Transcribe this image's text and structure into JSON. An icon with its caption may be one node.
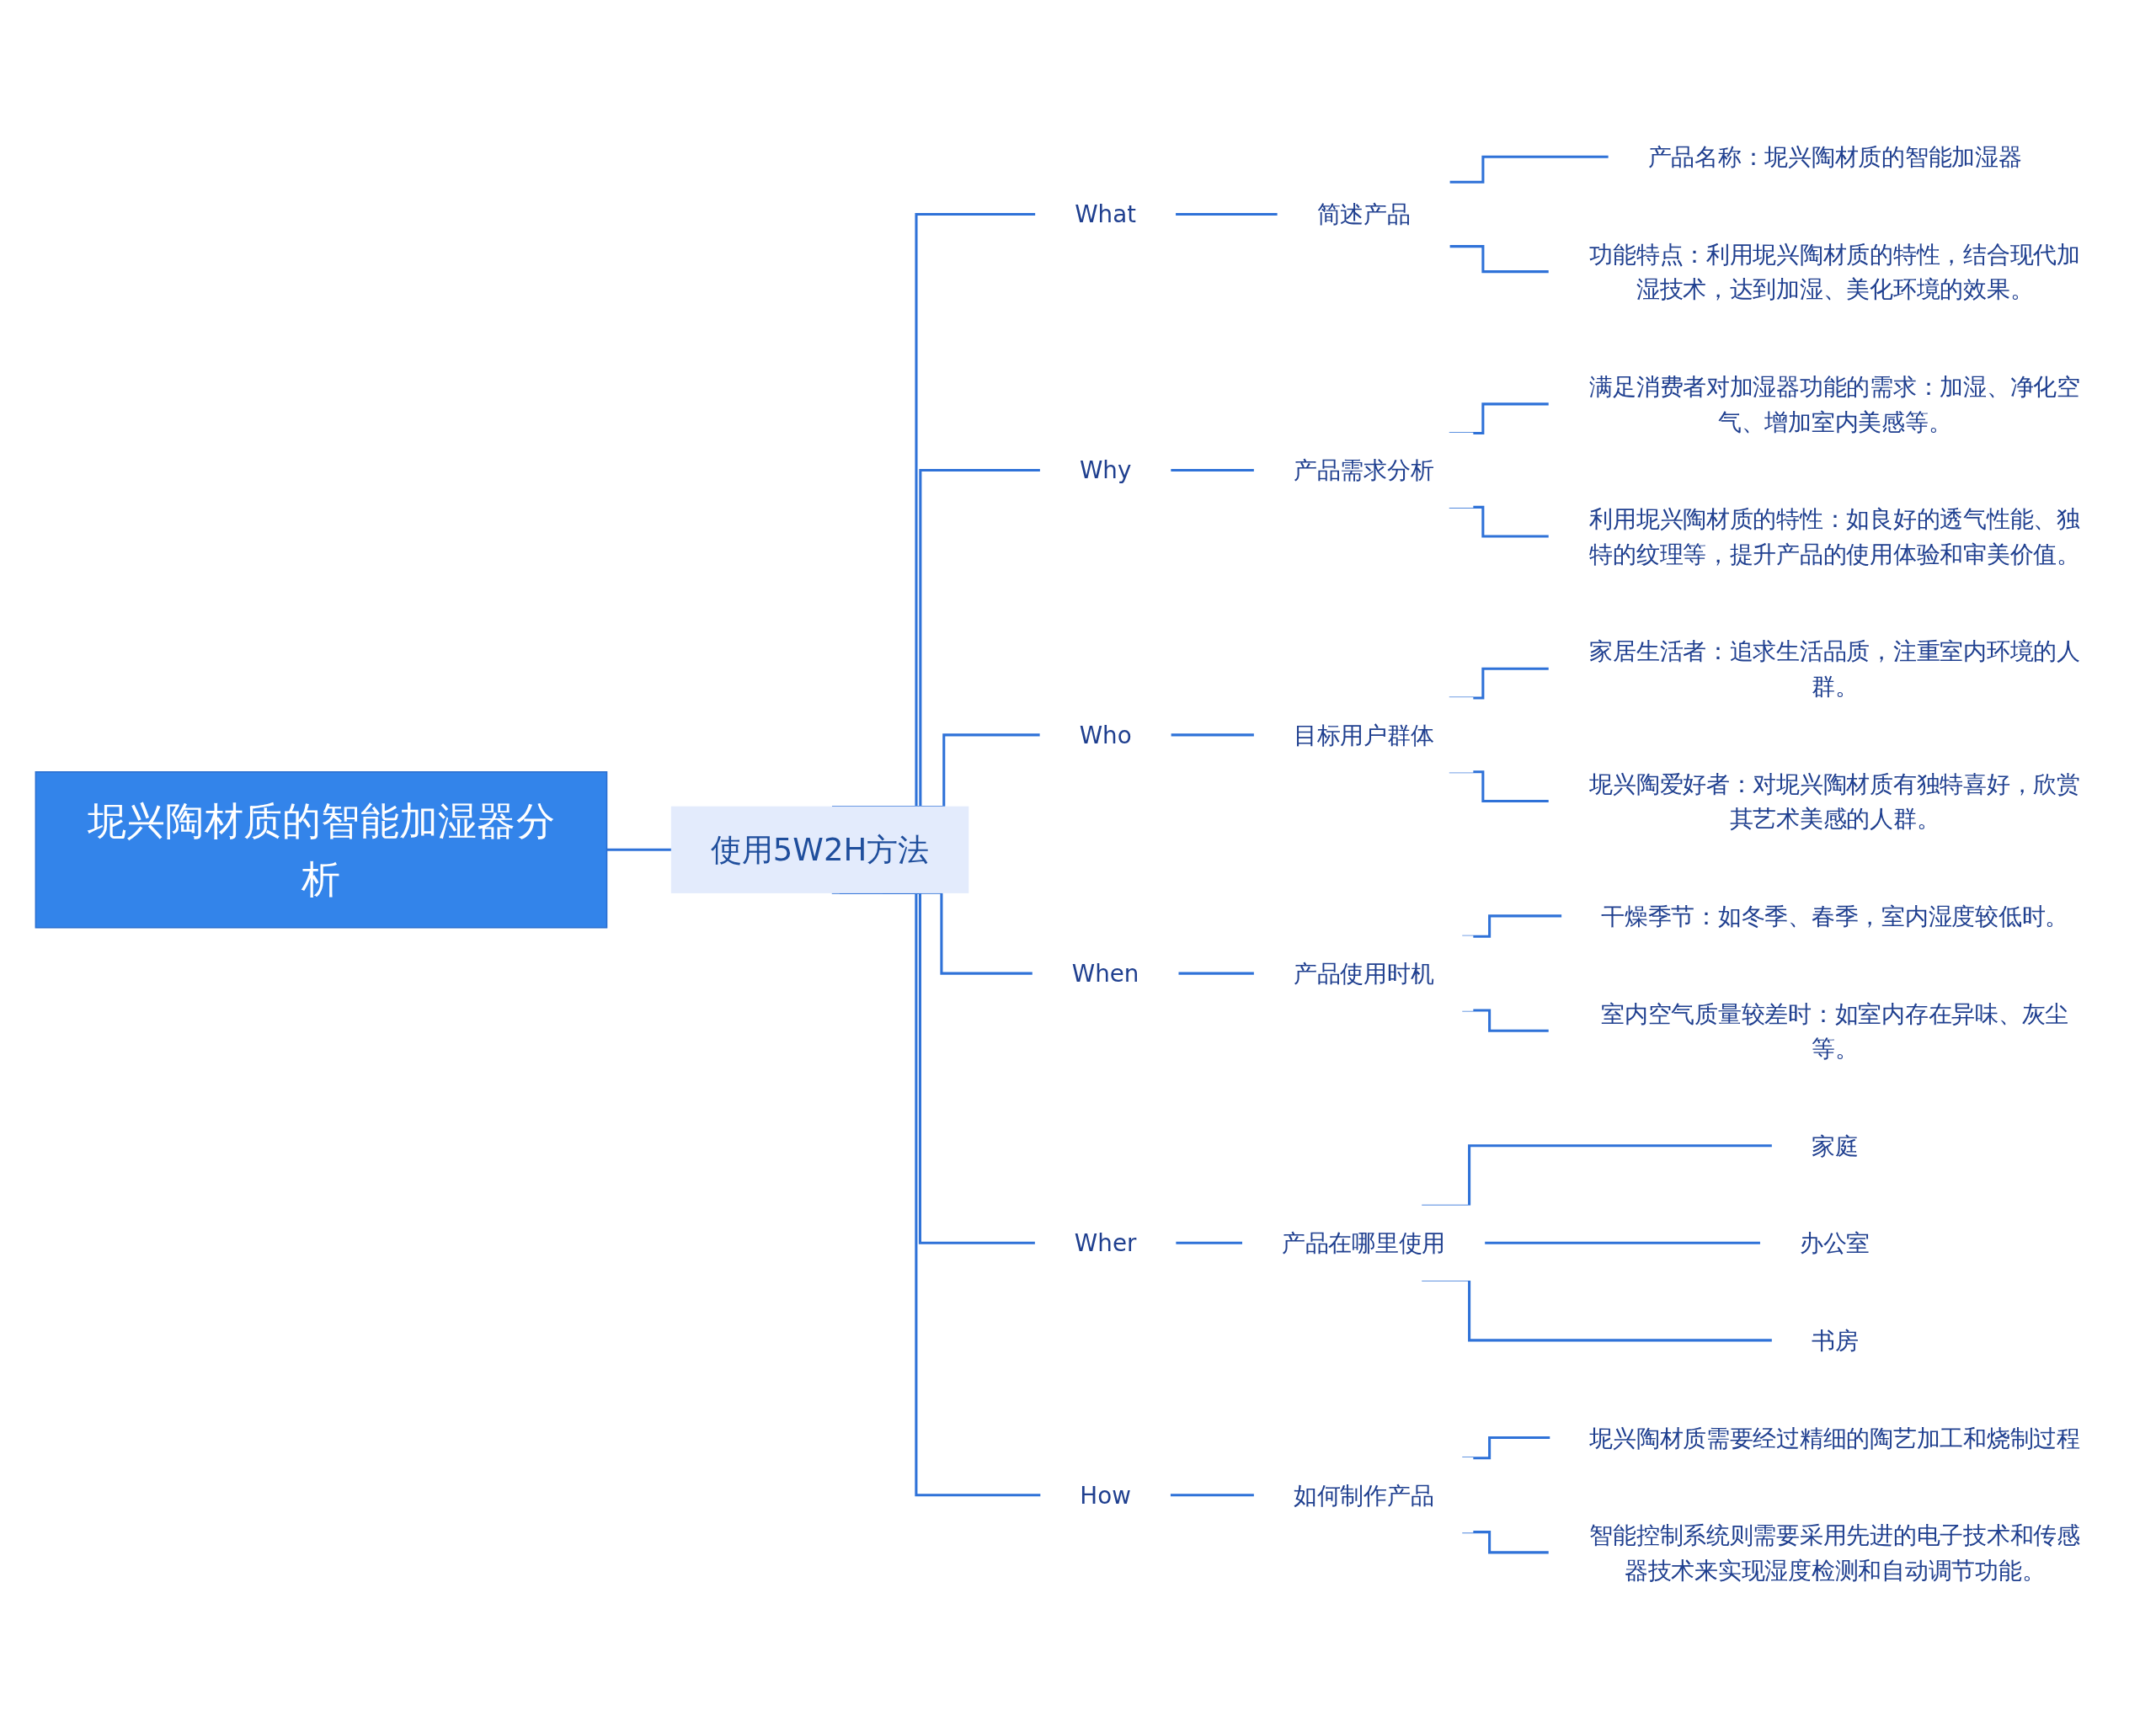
{
  "diagram": {
    "nodes": [
      {
        "text": [
          "坭兴陶材质的智能加湿器分析"
        ]
      },
      {
        "text": [
          "使用5W2H方法"
        ]
      },
      {
        "text": [
          "What"
        ]
      },
      {
        "text": [
          "简述产品"
        ]
      },
      {
        "text": [
          "产品名称：坭兴陶材质的智能加湿器"
        ]
      },
      {
        "text": [
          "功能特点：利用坭兴陶材质的特性，结合现代加湿技术，达到加湿、美化环境的效果。"
        ]
      },
      {
        "text": [
          "Why"
        ]
      },
      {
        "text": [
          "产品需求分析"
        ]
      },
      {
        "text": [
          "满足消费者对加湿器功能的需求：加湿、净化空气、增加室内美感等。"
        ]
      },
      {
        "text": [
          "利用坭兴陶材质的特性：如良好的透气性能、独特的纹理等，提升产品的使用体验和审美价值。"
        ]
      },
      {
        "text": [
          "Who"
        ]
      },
      {
        "text": [
          "目标用户群体"
        ]
      },
      {
        "text": [
          "家居生活者：追求生活品质，注重室内环境的人群。"
        ]
      },
      {
        "text": [
          "坭兴陶爱好者：对坭兴陶材质有独特喜好，欣赏其艺术美感的人群。"
        ]
      },
      {
        "text": [
          "When"
        ]
      },
      {
        "text": [
          "产品使用时机"
        ]
      },
      {
        "text": [
          "干燥季节：如冬季、春季，室内湿度较低时。"
        ]
      },
      {
        "text": [
          "室内空气质量较差时：如室内存在异味、灰尘等。"
        ]
      },
      {
        "text": [
          "Wher"
        ]
      },
      {
        "text": [
          "产品在哪里使用"
        ]
      },
      {
        "text": [
          "家庭"
        ]
      },
      {
        "text": [
          "办公室"
        ]
      },
      {
        "text": [
          "书房"
        ]
      },
      {
        "text": [
          "How"
        ]
      },
      {
        "text": [
          "如何制作产品"
        ]
      },
      {
        "text": [
          "坭兴陶材质需要经过精细的陶艺加工和烧制过程"
        ]
      },
      {
        "text": [
          "智能控制系统则需要采用先进的电子技术和传感器技术来实现湿度检测和自动调节功能。"
        ]
      }
    ],
    "edges": [
      {
        "from": 0,
        "to": 1,
        "arrow": "none"
      },
      {
        "from": 1,
        "to": 2,
        "arrow": "none"
      },
      {
        "from": 2,
        "to": 3,
        "arrow": "none"
      },
      {
        "from": 3,
        "to": 4,
        "arrow": "none"
      },
      {
        "from": 3,
        "to": 5,
        "arrow": "none"
      },
      {
        "from": 1,
        "to": 6,
        "arrow": "none"
      },
      {
        "from": 6,
        "to": 7,
        "arrow": "none"
      },
      {
        "from": 7,
        "to": 8,
        "arrow": "none"
      },
      {
        "from": 7,
        "to": 9,
        "arrow": "none"
      },
      {
        "from": 1,
        "to": 10,
        "arrow": "none"
      },
      {
        "from": 10,
        "to": 11,
        "arrow": "none"
      },
      {
        "from": 11,
        "to": 12,
        "arrow": "none"
      },
      {
        "from": 11,
        "to": 13,
        "arrow": "none"
      },
      {
        "from": 1,
        "to": 14,
        "arrow": "none"
      },
      {
        "from": 14,
        "to": 15,
        "arrow": "none"
      },
      {
        "from": 15,
        "to": 16,
        "arrow": "none"
      },
      {
        "from": 15,
        "to": 17,
        "arrow": "none"
      },
      {
        "from": 1,
        "to": 18,
        "arrow": "none"
      },
      {
        "from": 18,
        "to": 19,
        "arrow": "none"
      },
      {
        "from": 19,
        "to": 20,
        "arrow": "none"
      },
      {
        "from": 19,
        "to": 21,
        "arrow": "none"
      },
      {
        "from": 19,
        "to": 22,
        "arrow": "none"
      },
      {
        "from": 1,
        "to": 23,
        "arrow": "none"
      },
      {
        "from": 23,
        "to": 24,
        "arrow": "none"
      },
      {
        "from": 24,
        "to": 25,
        "arrow": "none"
      },
      {
        "from": 24,
        "to": 26,
        "arrow": "none"
      }
    ]
  }
}
